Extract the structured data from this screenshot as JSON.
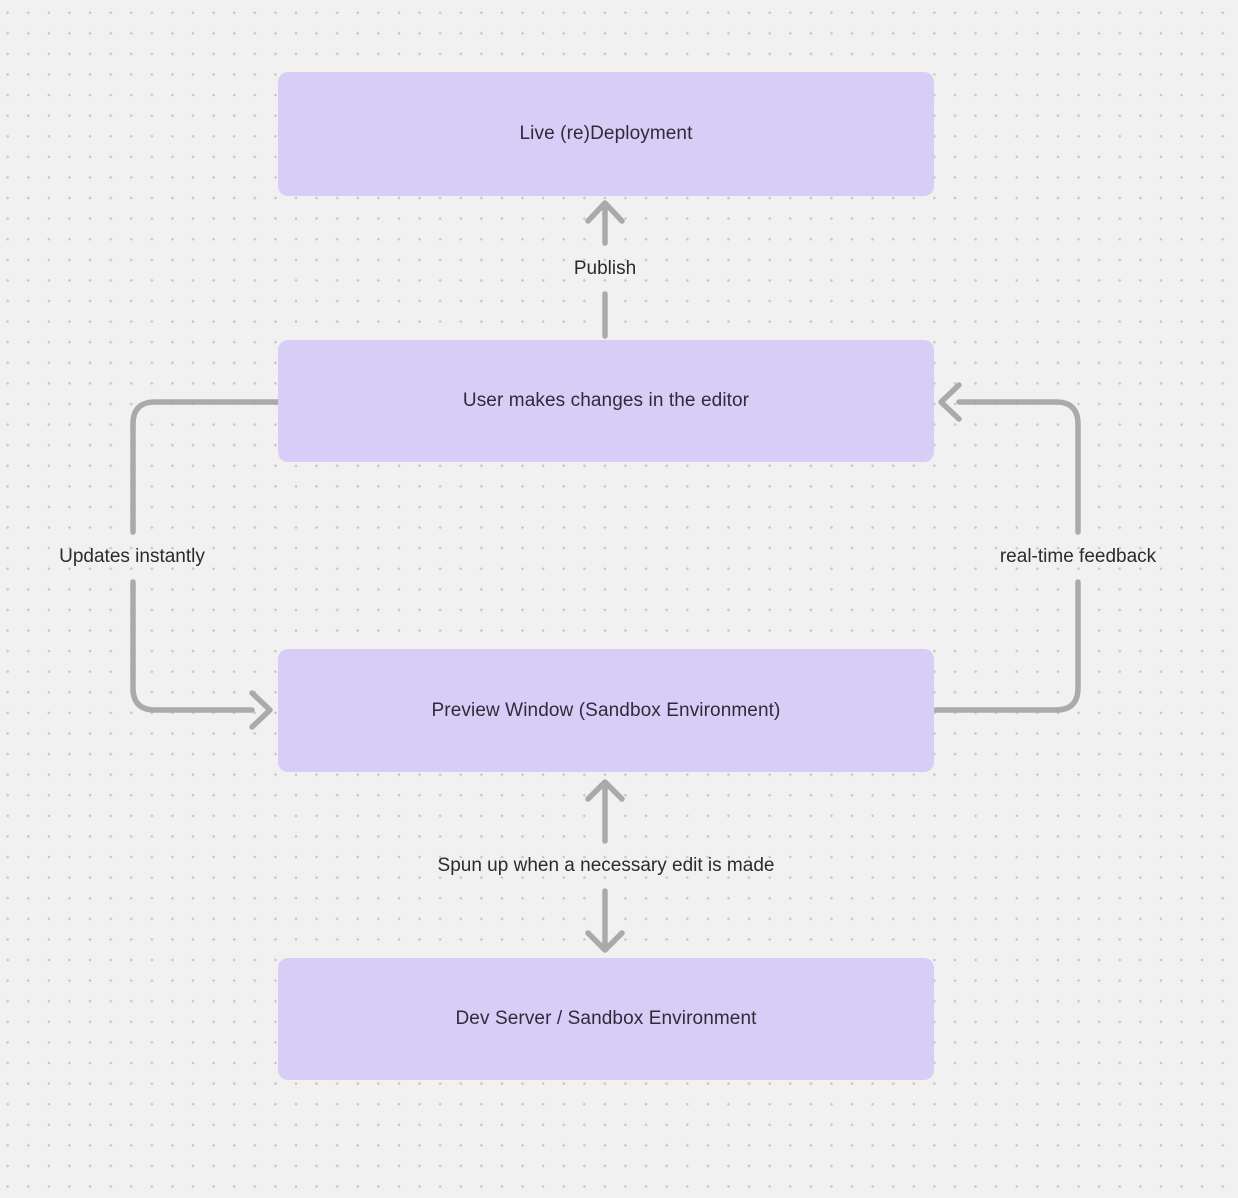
{
  "diagram": {
    "nodes": [
      {
        "id": "live-redeployment",
        "label": "Live (re)Deployment"
      },
      {
        "id": "user-editor",
        "label": "User makes changes in the editor"
      },
      {
        "id": "preview-window",
        "label": "Preview Window (Sandbox Environment)"
      },
      {
        "id": "dev-server",
        "label": "Dev Server / Sandbox Environment"
      }
    ],
    "edges": [
      {
        "from": "user-editor",
        "to": "live-redeployment",
        "label": "Publish",
        "direction": "up"
      },
      {
        "from": "user-editor",
        "to": "preview-window",
        "label": "Updates instantly",
        "direction": "left-loop"
      },
      {
        "from": "preview-window",
        "to": "user-editor",
        "label": "real-time feedback",
        "direction": "right-loop"
      },
      {
        "from": "preview-window",
        "to": "dev-server",
        "label": "Spun up when a necessary edit is made",
        "direction": "bidirectional"
      }
    ],
    "colors": {
      "node_fill": "#d8cdf7",
      "node_text": "#2e2b3a",
      "arrow": "#abaaaa",
      "edge_label_text": "#2b2b2b",
      "canvas_background": "#f2f1f1",
      "canvas_dot": "#c7c7c7"
    }
  }
}
